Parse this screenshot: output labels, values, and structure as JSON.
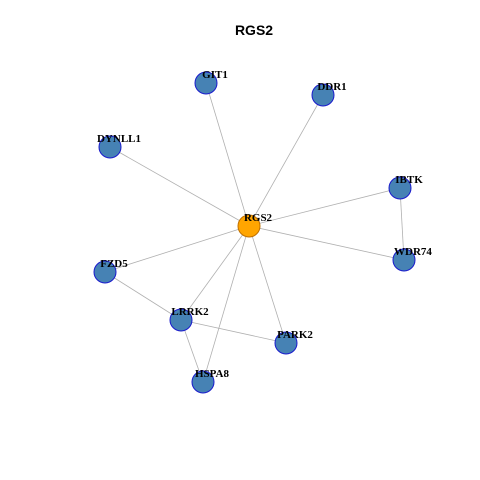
{
  "title": "RGS2",
  "colors": {
    "hub_fill": "#FFA500",
    "hub_stroke": "#C07000",
    "node_fill": "#4682B4",
    "node_stroke": "#1A1ACD",
    "edge": "#B0B0B0"
  },
  "nodes": [
    {
      "id": "RGS2",
      "label": "RGS2",
      "hub": true
    },
    {
      "id": "GIT1",
      "label": "GIT1"
    },
    {
      "id": "DDR1",
      "label": "DDR1"
    },
    {
      "id": "DYNLL1",
      "label": "DYNLL1"
    },
    {
      "id": "IBTK",
      "label": "IBTK"
    },
    {
      "id": "WDR74",
      "label": "WDR74"
    },
    {
      "id": "FZD5",
      "label": "FZD5"
    },
    {
      "id": "LRRK2",
      "label": "LRRK2"
    },
    {
      "id": "PARK2",
      "label": "PARK2"
    },
    {
      "id": "HSPA8",
      "label": "HSPA8"
    }
  ],
  "edges": [
    [
      "RGS2",
      "GIT1"
    ],
    [
      "RGS2",
      "DDR1"
    ],
    [
      "RGS2",
      "DYNLL1"
    ],
    [
      "RGS2",
      "IBTK"
    ],
    [
      "RGS2",
      "WDR74"
    ],
    [
      "RGS2",
      "FZD5"
    ],
    [
      "RGS2",
      "LRRK2"
    ],
    [
      "RGS2",
      "PARK2"
    ],
    [
      "RGS2",
      "HSPA8"
    ],
    [
      "IBTK",
      "WDR74"
    ],
    [
      "FZD5",
      "LRRK2"
    ],
    [
      "LRRK2",
      "PARK2"
    ],
    [
      "LRRK2",
      "HSPA8"
    ]
  ]
}
